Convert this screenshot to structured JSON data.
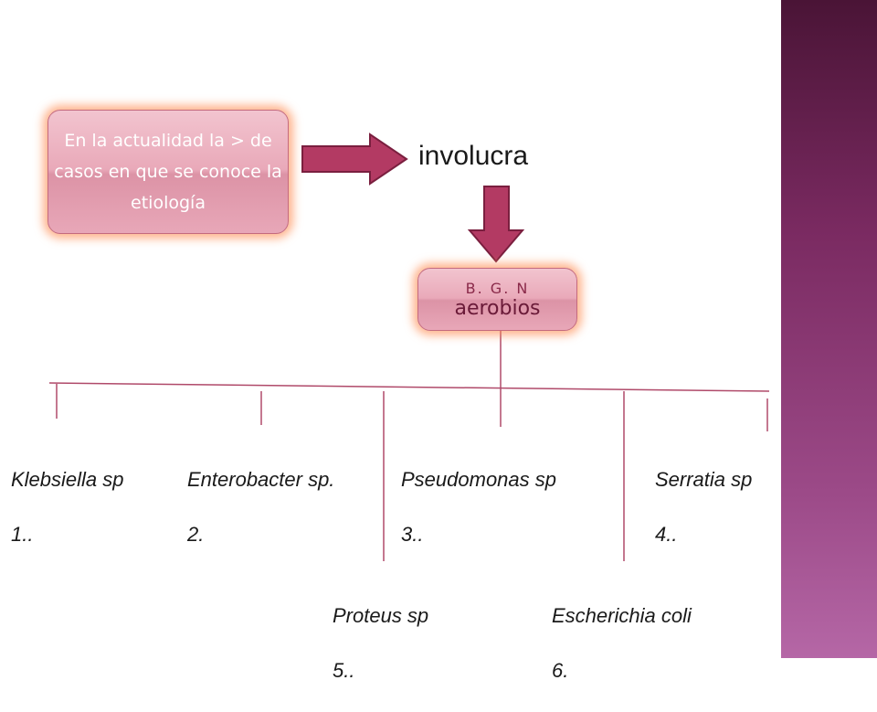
{
  "start_box": {
    "text": "En la actualidad la > de casos  en que se conoce la etiología"
  },
  "verb": "involucra",
  "group_box": {
    "line1": "B. G. N",
    "line2": "aerobios"
  },
  "organisms": [
    {
      "name": "Klebsiella sp",
      "number": "1.."
    },
    {
      "name": "Enterobacter sp.",
      "number": "2."
    },
    {
      "name": "Pseudomonas sp",
      "number": "3.."
    },
    {
      "name": "Serratia sp",
      "number": "4.."
    },
    {
      "name": "Proteus sp",
      "number": "5.."
    },
    {
      "name": "Escherichia coli",
      "number": "6."
    }
  ],
  "colors": {
    "arrow_fill": "#b33a63",
    "arrow_stroke": "#7a1f3f",
    "connector": "#b04a6a",
    "box_glow": "#ff8c50",
    "sidebar_top": "#4a1436",
    "sidebar_bottom": "#b567a6"
  }
}
